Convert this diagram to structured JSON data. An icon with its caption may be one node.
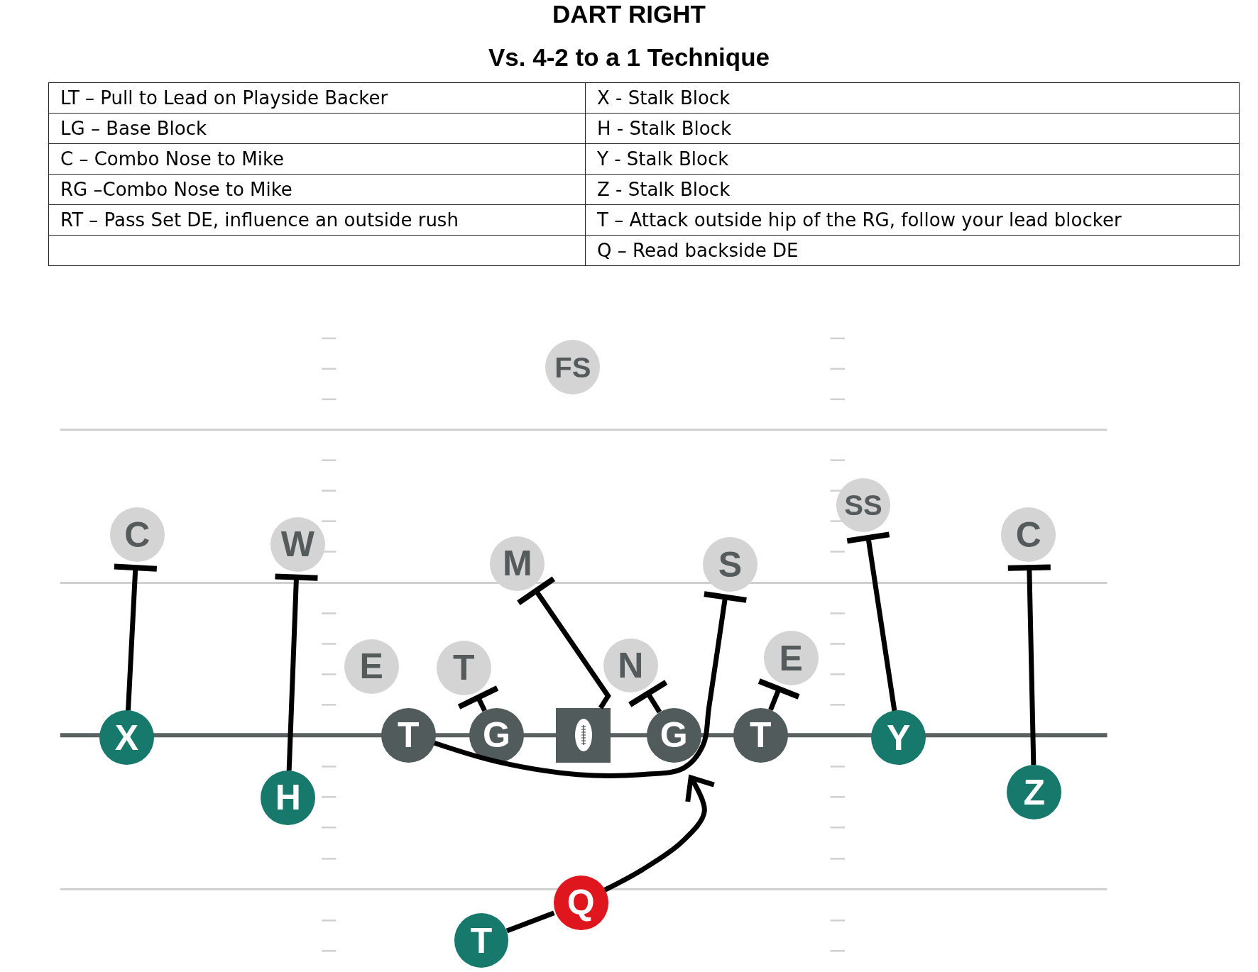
{
  "diagram": {
    "title": "DART RIGHT",
    "nodes": [
      {
        "text": [
          "FS"
        ]
      },
      {
        "text": [
          "C"
        ]
      },
      {
        "text": [
          "W"
        ]
      },
      {
        "text": [
          "M"
        ]
      },
      {
        "text": [
          "S"
        ]
      },
      {
        "text": [
          "SS"
        ]
      },
      {
        "text": [
          "C"
        ]
      },
      {
        "text": [
          "E"
        ]
      },
      {
        "text": [
          "T"
        ]
      },
      {
        "text": [
          "N"
        ]
      },
      {
        "text": [
          "E"
        ]
      },
      {
        "text": [
          "T"
        ]
      },
      {
        "text": [
          "G"
        ]
      },
      {
        "text": [],
        "shape": "box"
      },
      {
        "text": [
          "G"
        ]
      },
      {
        "text": [
          "T"
        ]
      },
      {
        "text": [
          "X"
        ]
      },
      {
        "text": [
          "H"
        ]
      },
      {
        "text": [
          "Y"
        ]
      },
      {
        "text": [
          "Z"
        ]
      },
      {
        "text": [
          "T"
        ]
      },
      {
        "text": [
          "Q"
        ]
      }
    ],
    "edges": [
      {
        "from": 16,
        "to": 1,
        "arrow": "other"
      },
      {
        "from": 17,
        "to": 2,
        "arrow": "other"
      },
      {
        "from": 13,
        "to": 3,
        "arrow": "other"
      },
      {
        "from": 12,
        "to": 8,
        "arrow": "other"
      },
      {
        "from": 11,
        "to": 4,
        "arrow": "other"
      },
      {
        "from": 14,
        "to": 9,
        "arrow": "other"
      },
      {
        "from": 15,
        "to": 10,
        "arrow": "other"
      },
      {
        "from": 18,
        "to": 5,
        "arrow": "other"
      },
      {
        "from": 19,
        "to": 6,
        "arrow": "other"
      },
      {
        "from": 20,
        "to": 21,
        "arrow": "none"
      },
      {
        "from": 21,
        "to": 14,
        "arrow": "to"
      }
    ],
    "labels": [
      "Vs. 4-2 to a 1 Technique",
      "LT – Pull to Lead on Playside Backer",
      "X - Stalk Block",
      "LG – Base Block",
      "H - Stalk Block",
      "C – Combo Nose to Mike",
      "Y - Stalk Block",
      "RG –Combo Nose to Mike",
      "Z - Stalk Block",
      "RT – Pass Set DE, influence an outside rush",
      "T – Attack outside hip of the RG, follow your lead blocker",
      "Q – Read backside DE"
    ]
  }
}
